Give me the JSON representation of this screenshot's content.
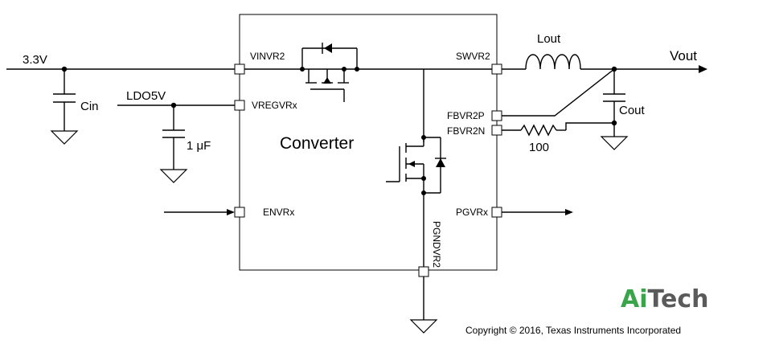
{
  "block": {
    "title": "Converter"
  },
  "pins": {
    "vinvr2": "VINVR2",
    "vregvrx": "VREGVRx",
    "envrx": "ENVRx",
    "swvr2": "SWVR2",
    "fbvr2p": "FBVR2P",
    "fbvr2n": "FBVR2N",
    "pgvrx": "PGVRx",
    "pgndvr2": "PGNDVR2"
  },
  "nets": {
    "supply": "3.3V",
    "ldo": "LDO5V",
    "output": "Vout"
  },
  "components": {
    "cin": "Cin",
    "c_ldo": "1 μF",
    "lout": "Lout",
    "cout": "Cout",
    "resistor": "100"
  },
  "logo": {
    "part1": "Ai",
    "part2": "Tech",
    "color1": "#3aa44a",
    "color2": "#5a5a5a"
  },
  "copyright": "Copyright © 2016, Texas Instruments Incorporated"
}
